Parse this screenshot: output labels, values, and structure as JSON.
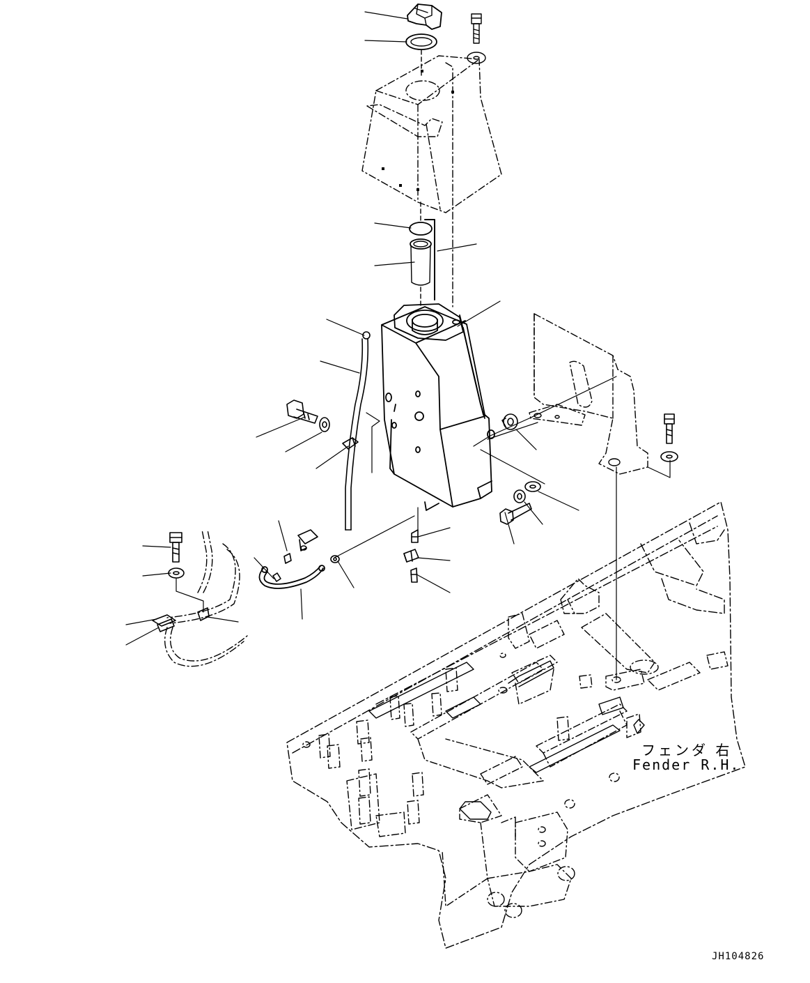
{
  "labels": {
    "fender_jp": "フェンダ 右",
    "fender_en": "Fender R.H.",
    "drawing_number": "JH104826"
  },
  "colors": {
    "line": "#000000",
    "background": "#ffffff"
  }
}
